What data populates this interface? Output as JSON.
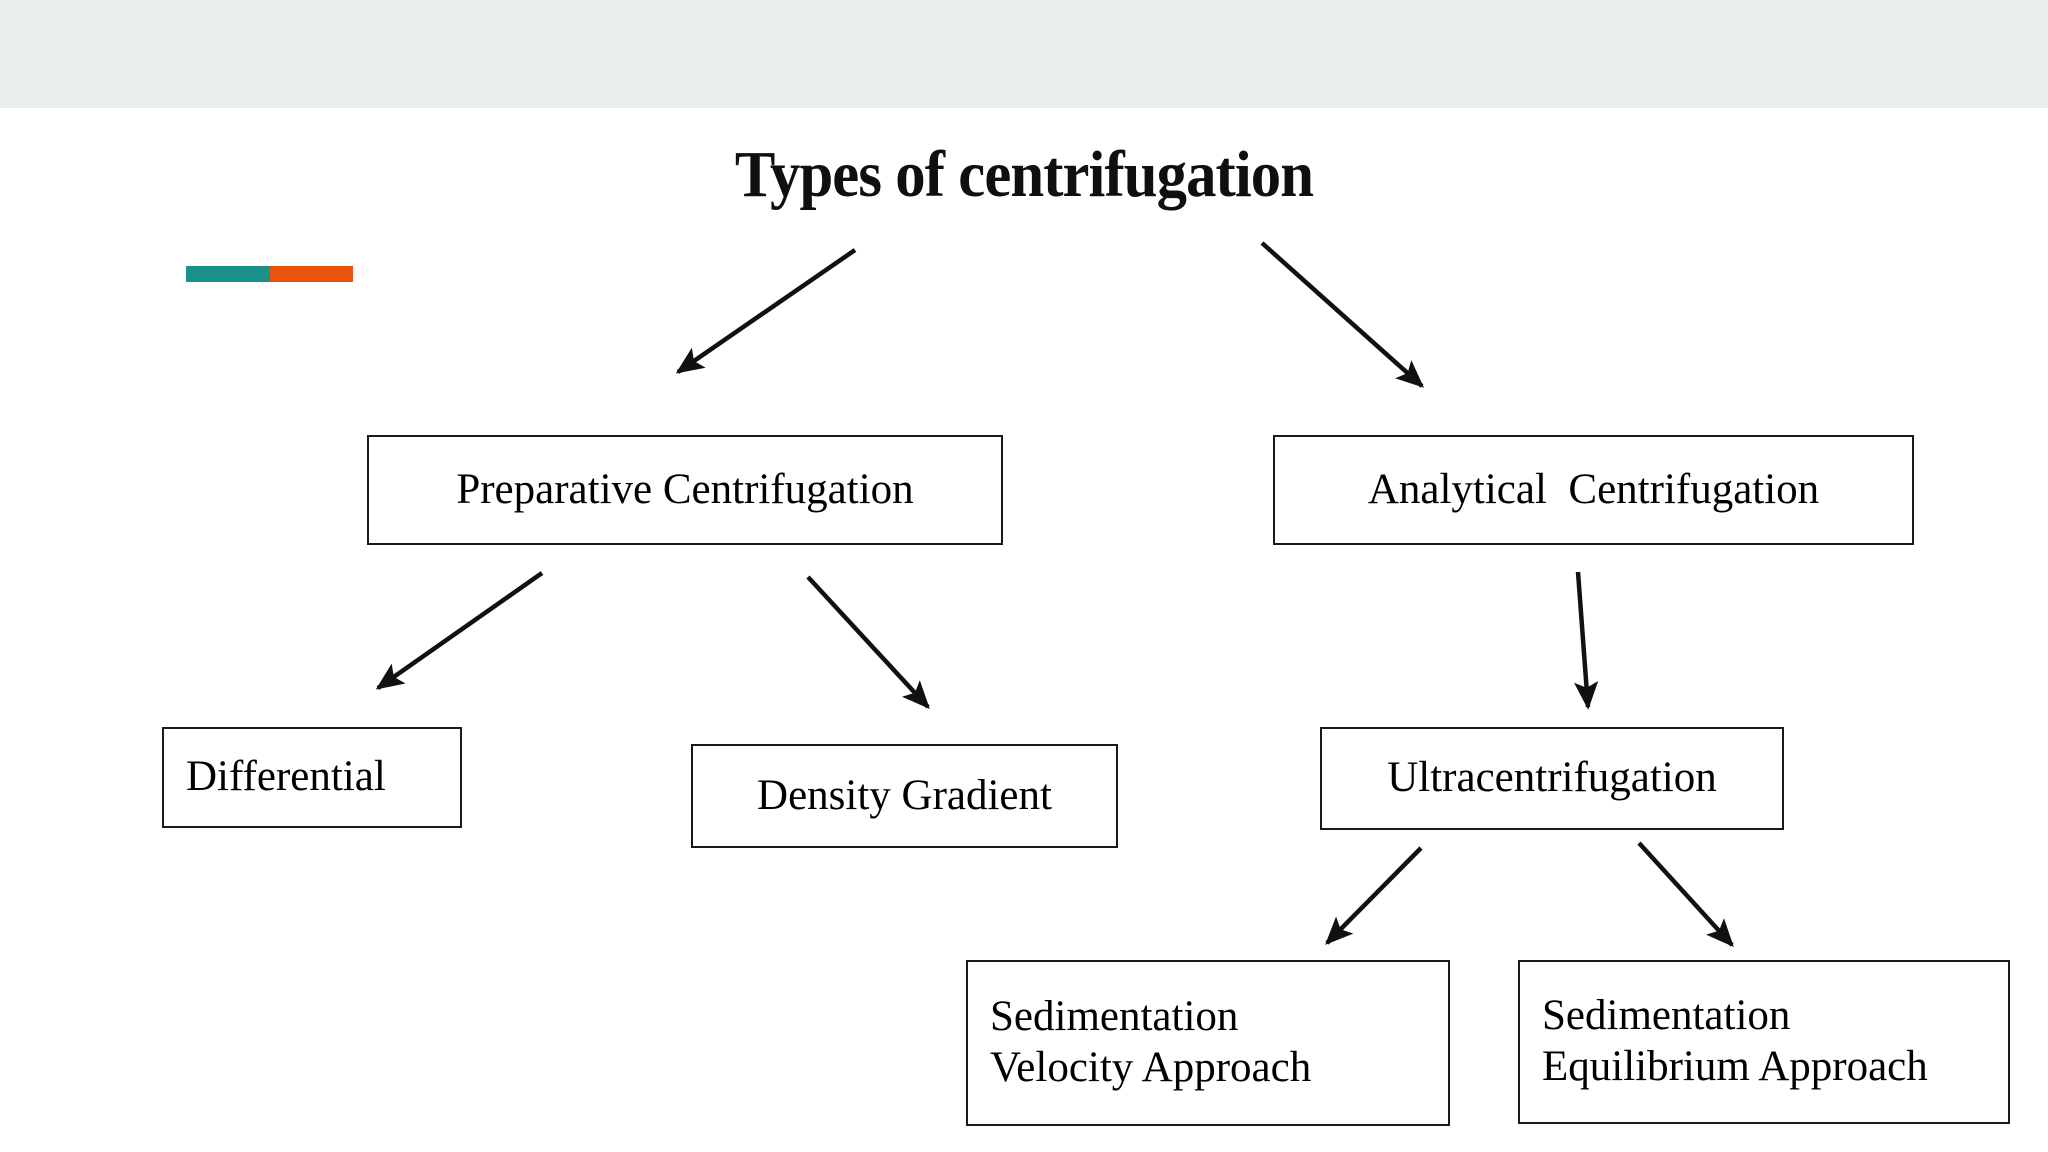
{
  "slide": {
    "title": "Types of centrifugation",
    "accent_colors": {
      "teal": "#1a9289",
      "orange": "#e8530d",
      "header_band": "#e9eeec",
      "box_border": "#1a1a1a",
      "text": "#000000"
    }
  },
  "diagram": {
    "type": "tree",
    "nodes": [
      {
        "id": "preparative",
        "label": "Preparative Centrifugation"
      },
      {
        "id": "analytical",
        "label": "Analytical  Centrifugation"
      },
      {
        "id": "differential",
        "label": "Differential"
      },
      {
        "id": "density",
        "label": "Density Gradient"
      },
      {
        "id": "ultra",
        "label": "Ultracentrifugation"
      },
      {
        "id": "sedvel",
        "label": "Sedimentation\nVelocity Approach"
      },
      {
        "id": "sedeq",
        "label": "Sedimentation\nEquilibrium Approach"
      }
    ],
    "edges": [
      {
        "from": "title",
        "to": "preparative"
      },
      {
        "from": "title",
        "to": "analytical"
      },
      {
        "from": "preparative",
        "to": "differential"
      },
      {
        "from": "preparative",
        "to": "density"
      },
      {
        "from": "analytical",
        "to": "ultra"
      },
      {
        "from": "ultra",
        "to": "sedvel"
      },
      {
        "from": "ultra",
        "to": "sedeq"
      }
    ]
  }
}
